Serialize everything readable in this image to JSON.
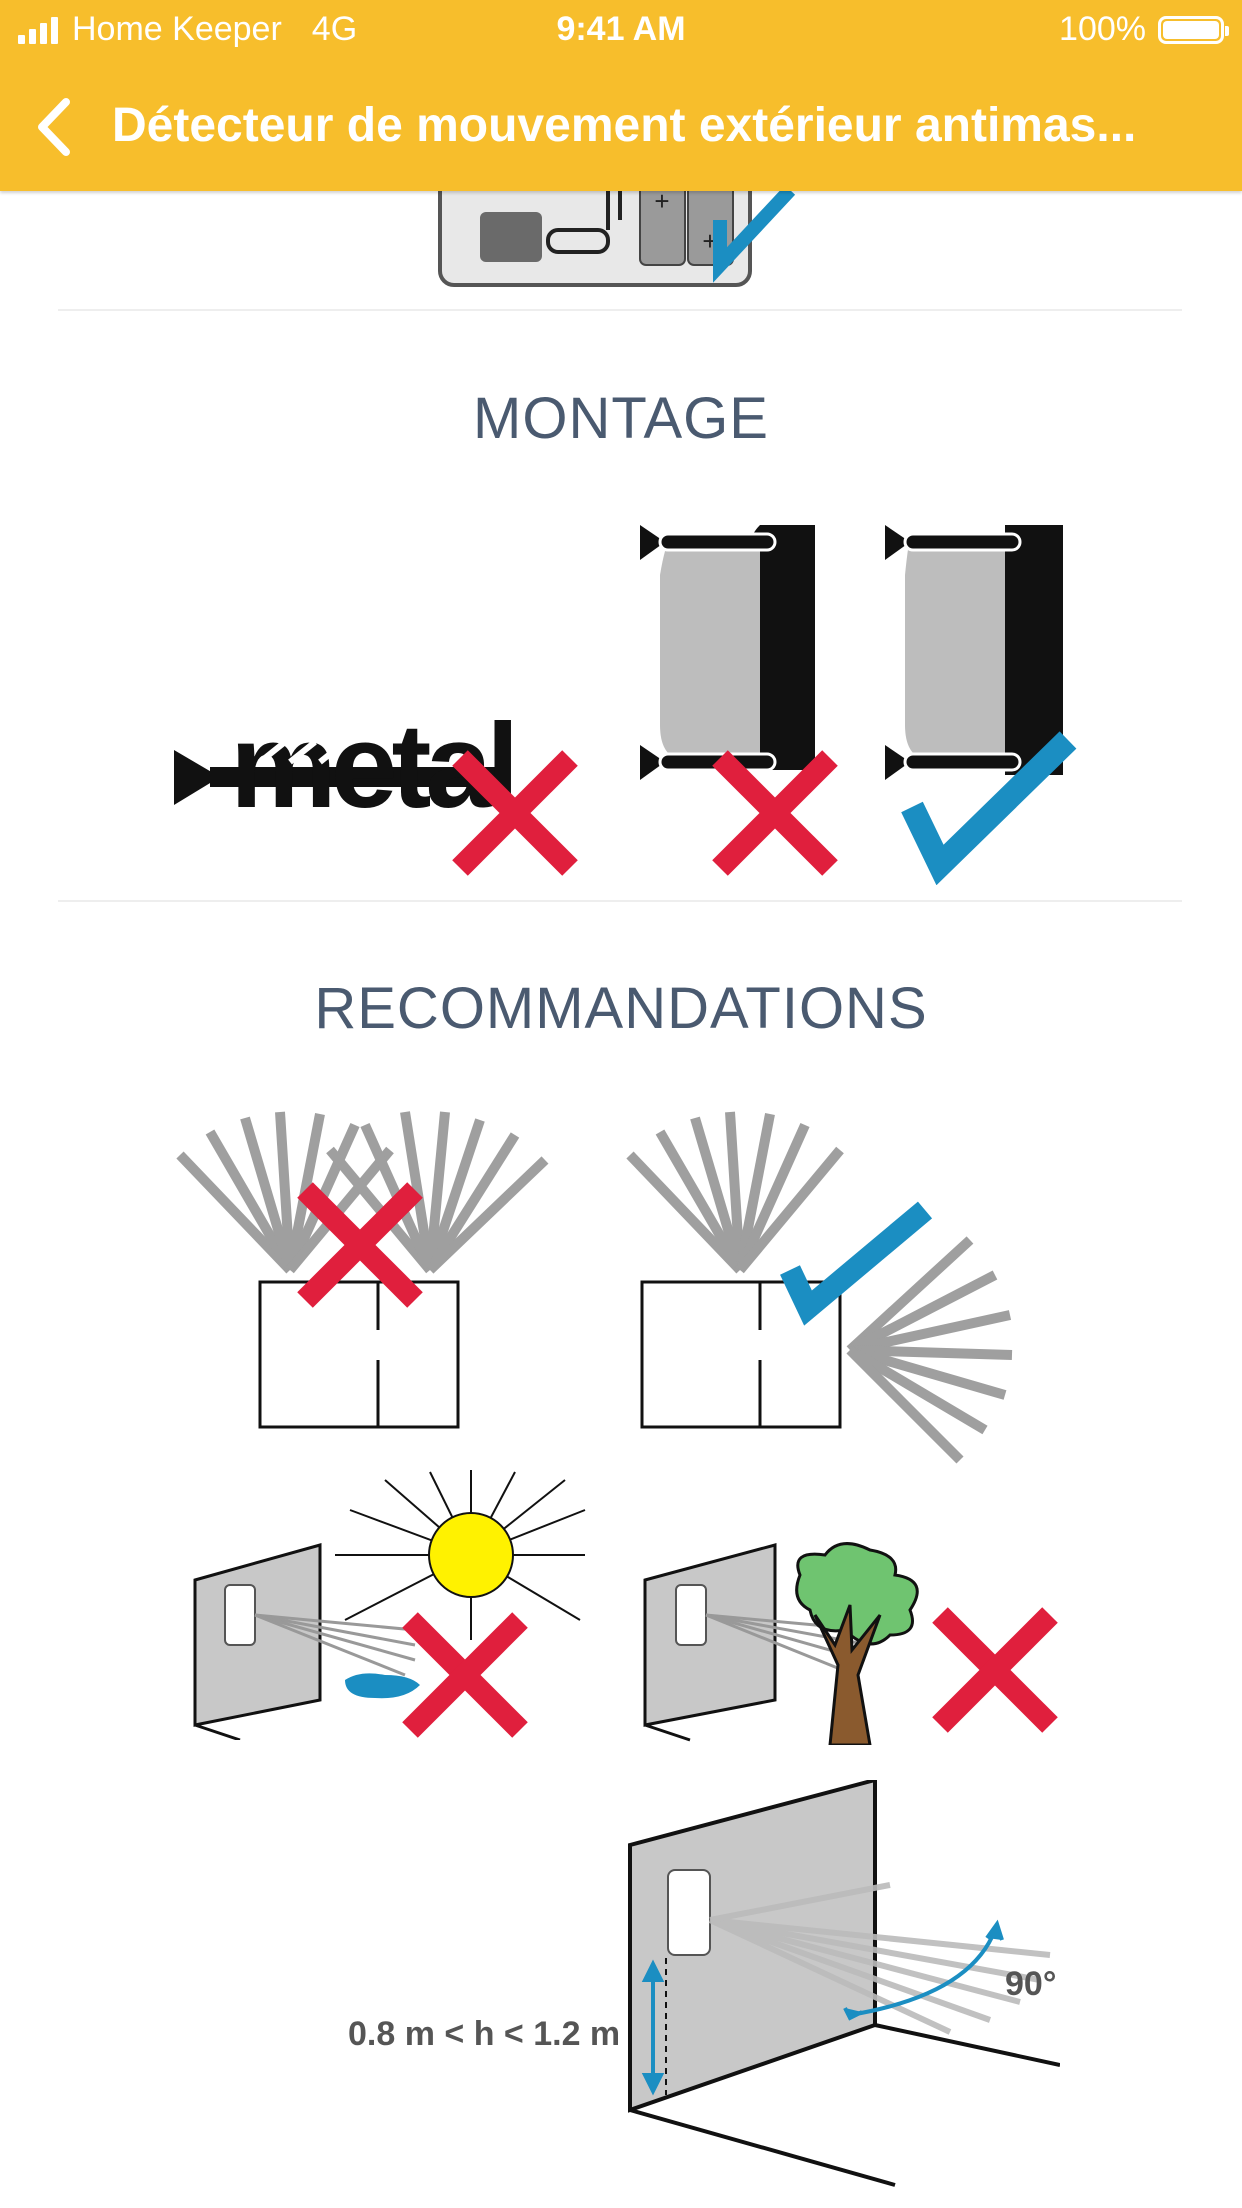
{
  "status_bar": {
    "carrier": "Home Keeper",
    "network": "4G",
    "time": "9:41 AM",
    "battery": "100%"
  },
  "nav": {
    "title": "Détecteur de mouvement extérieur antimas...",
    "back_icon": "chevron-left-icon"
  },
  "sections": {
    "montage": {
      "title": "MONTAGE",
      "metal_label": "metal"
    },
    "recommandations": {
      "title": "RECOMMANDATIONS",
      "height_label": "0.8 m < h < 1.2 m",
      "angle_label": "90°"
    }
  },
  "colors": {
    "header": "#F7BE2C",
    "cross": "#E01F3D",
    "check": "#1B8EC2",
    "title": "#4A5A70"
  }
}
